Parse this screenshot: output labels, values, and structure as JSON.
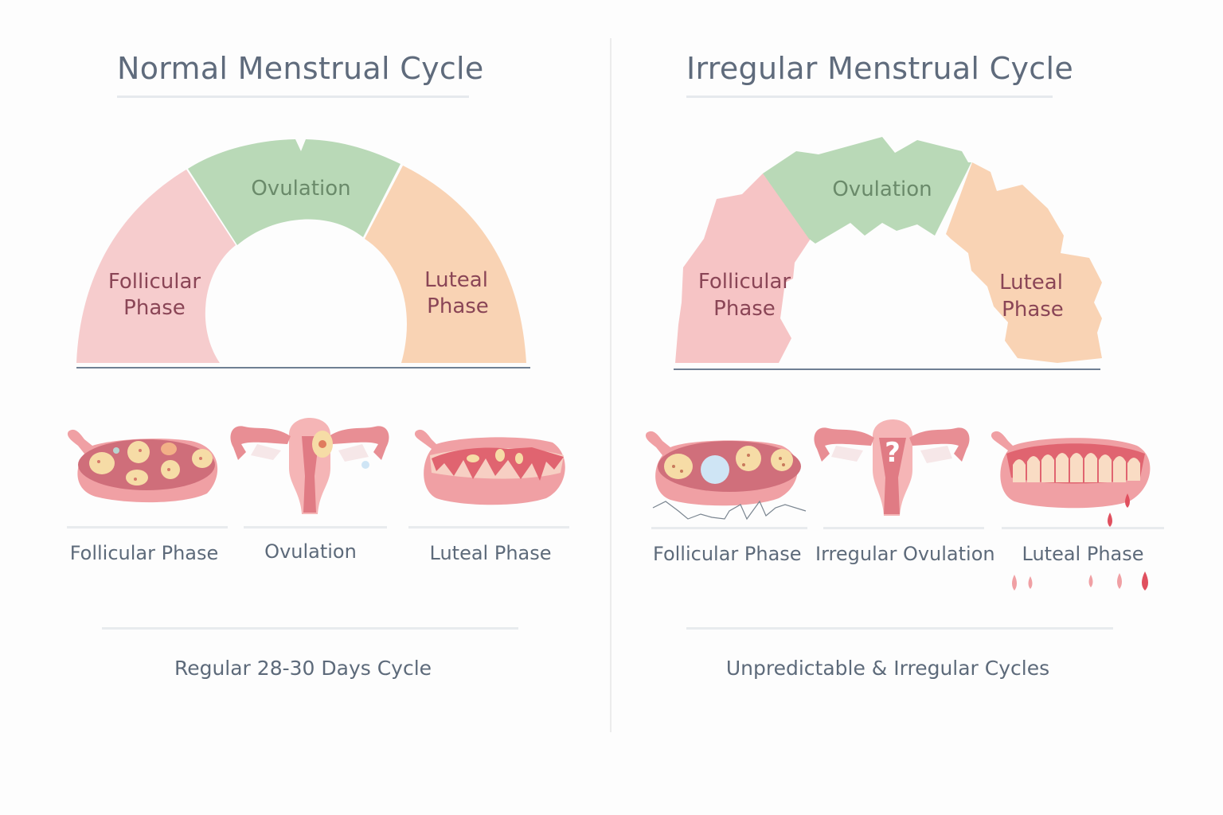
{
  "left": {
    "title": "Normal Menstrual Cycle",
    "arc": {
      "follicular": {
        "line1": "Follicular",
        "line2": "Phase"
      },
      "ovulation": "Ovulation",
      "luteal": {
        "line1": "Luteal",
        "line2": "Phase"
      }
    },
    "phases": [
      "Follicular Phase",
      "Ovulation",
      "Luteal Phase"
    ],
    "footer": "Regular 28-30 Days Cycle"
  },
  "right": {
    "title": "Irregular Menstrual Cycle",
    "arc": {
      "follicular": {
        "line1": "Follicular",
        "line2": "Phase"
      },
      "ovulation": "Ovulation",
      "luteal": {
        "line1": "Luteal",
        "line2": "Phase"
      }
    },
    "phases": [
      "Follicular Phase",
      "Irregular Ovulation",
      "Luteal Phase"
    ],
    "question_mark": "?",
    "footer": "Unpredictable & Irregular Cycles"
  },
  "colors": {
    "follicular": "#f6cccd",
    "ovulation": "#b9d9b7",
    "luteal": "#f9d3b4",
    "text": "#5f6b7c",
    "segment_text": "#8a4556",
    "ovulation_text": "#6a8a6a",
    "tissue": "#f0a0a4",
    "tissue_dark": "#e07b84",
    "blood": "#e0505f"
  }
}
